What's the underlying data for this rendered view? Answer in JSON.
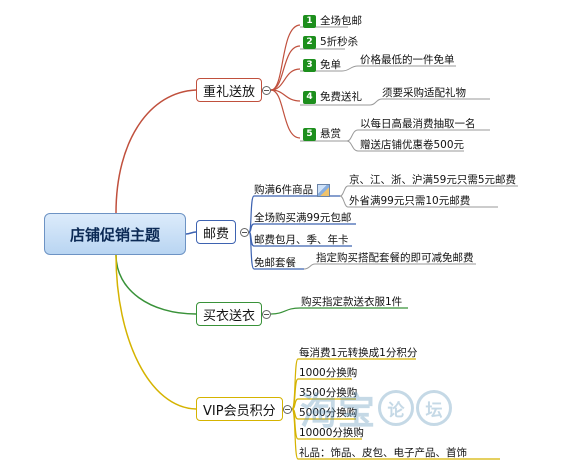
{
  "root": "店铺促销主题",
  "colors": {
    "red": "#c0503d",
    "blue": "#3e63b1",
    "green": "#399239",
    "yellow": "#d5b300",
    "leaf_line": "#9a9a9a"
  },
  "branches": {
    "gift": {
      "label": "重礼送放",
      "items": [
        {
          "num": "1",
          "label": "全场包邮"
        },
        {
          "num": "2",
          "label": "5折秒杀"
        },
        {
          "num": "3",
          "label": "免单",
          "detail": "价格最低的一件免单"
        },
        {
          "num": "4",
          "label": "免费送礼",
          "detail": "须要采购适配礼物"
        },
        {
          "num": "5",
          "label": "悬赏",
          "details": [
            "以每日高最消费抽取一名",
            "赠送店铺优惠卷500元"
          ]
        }
      ]
    },
    "shipping": {
      "label": "邮费",
      "items": [
        {
          "label": "购满6件商品",
          "icon": "memo-icon",
          "details": [
            "京、江、浙、沪满59元只需5元邮费",
            "外省满99元只需10元邮费"
          ]
        },
        {
          "label": "全场购买满99元包邮"
        },
        {
          "label": "邮费包月、季、年卡"
        },
        {
          "label": "免邮套餐",
          "detail": "指定购买搭配套餐的即可减免邮费"
        }
      ]
    },
    "clothes": {
      "label": "买衣送衣",
      "detail": "购买指定款送衣服1件"
    },
    "vip": {
      "label": "VIP会员积分",
      "items": [
        "每消费1元转换成1分积分",
        "1000分换购",
        "3500分换购",
        "5000分换购",
        "10000分换购",
        "礼品：饰品、皮包、电子产品、首饰"
      ]
    }
  },
  "watermark": {
    "text": "淘宝",
    "circ1": "论",
    "circ2": "坛"
  }
}
